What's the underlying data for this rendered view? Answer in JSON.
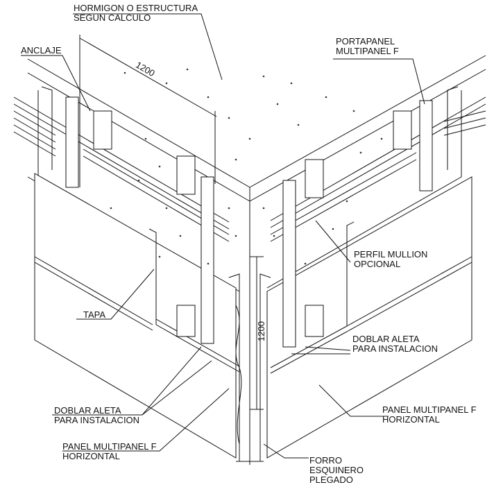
{
  "labels": {
    "hormigon": [
      "HORMIGON O ESTRUCTURA",
      "SEGUN CALCULO"
    ],
    "anclaje": [
      "ANCLAJE"
    ],
    "portapanel": [
      "PORTAPANEL",
      "MULTIPANEL F"
    ],
    "perfil": [
      "PERFIL MULLION",
      "OPCIONAL"
    ],
    "tapa": [
      "TAPA"
    ],
    "doblar_right": [
      "DOBLAR ALETA",
      "PARA INSTALACION"
    ],
    "doblar_left": [
      "DOBLAR ALETA",
      "PARA INSTALACION"
    ],
    "panel_left": [
      "PANEL MULTIPANEL F",
      "HORIZONTAL"
    ],
    "panel_right": [
      "PANEL MULTIPANEL F",
      "HORIZONTAL"
    ],
    "forro": [
      "FORRO",
      "ESQUINERO",
      "PLEGADO"
    ]
  },
  "dimensions": {
    "top": "1200",
    "vertical": "1200"
  }
}
